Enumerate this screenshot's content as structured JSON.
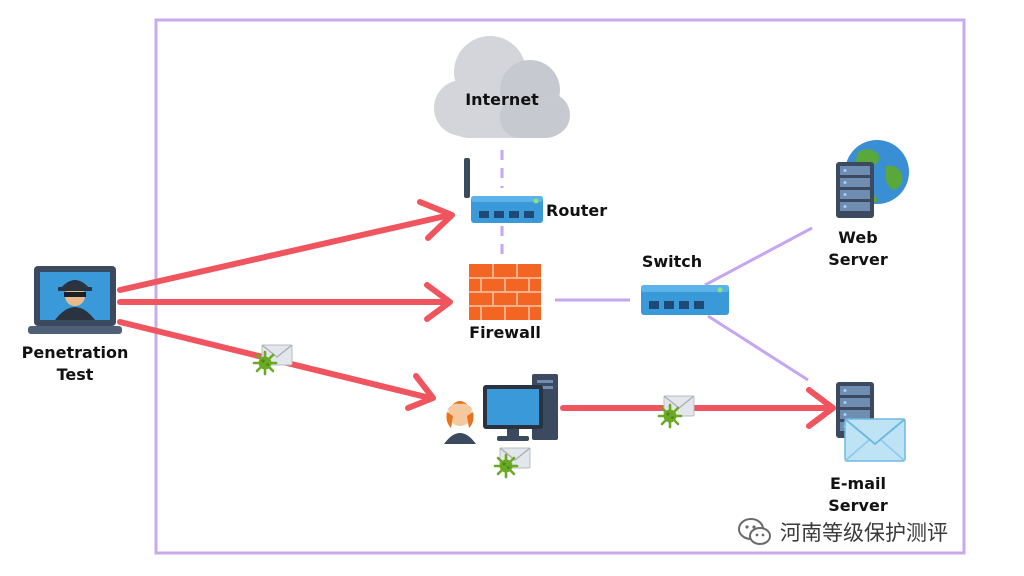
{
  "diagram": {
    "title": "",
    "colors": {
      "frame": "#c9a8ee",
      "attack_arrow": "#f0555f",
      "link": "#c6a6f0",
      "cloud": "#d3d5da",
      "device_blue": "#3a9ad9",
      "firewall": "#f26522",
      "virus": "#6aaa23",
      "envelope": "#e3e6ea"
    },
    "nodes": {
      "internet": {
        "label": "Internet",
        "icon": "cloud-icon"
      },
      "router": {
        "label": "Router",
        "icon": "router-icon"
      },
      "firewall": {
        "label": "Firewall",
        "icon": "firewall-icon"
      },
      "switch": {
        "label": "Switch",
        "icon": "switch-icon"
      },
      "web_server": {
        "label_line1": "Web",
        "label_line2": "Server",
        "icon": "web-server-icon"
      },
      "email_server": {
        "label_line1": "E-mail",
        "label_line2": "Server",
        "icon": "email-server-icon"
      },
      "pentest": {
        "label_line1": "Penetration",
        "label_line2": "Test",
        "icon": "hacker-laptop-icon"
      },
      "workstation": {
        "icon": "user-workstation-icon"
      }
    },
    "links": [
      {
        "from": "internet",
        "to": "router",
        "style": "dashed"
      },
      {
        "from": "router",
        "to": "firewall",
        "style": "dashed"
      },
      {
        "from": "firewall",
        "to": "switch",
        "style": "solid"
      },
      {
        "from": "switch",
        "to": "web_server",
        "style": "solid"
      },
      {
        "from": "switch",
        "to": "email_server",
        "style": "solid"
      }
    ],
    "attacks": [
      {
        "from": "pentest",
        "to": "router"
      },
      {
        "from": "pentest",
        "to": "firewall"
      },
      {
        "from": "pentest",
        "to": "workstation",
        "payload": "infected-email-icon"
      },
      {
        "from": "workstation",
        "to": "email_server",
        "payload": "infected-email-icon"
      }
    ]
  },
  "watermark": {
    "text": "河南等级保护测评",
    "icon": "wechat-icon"
  }
}
